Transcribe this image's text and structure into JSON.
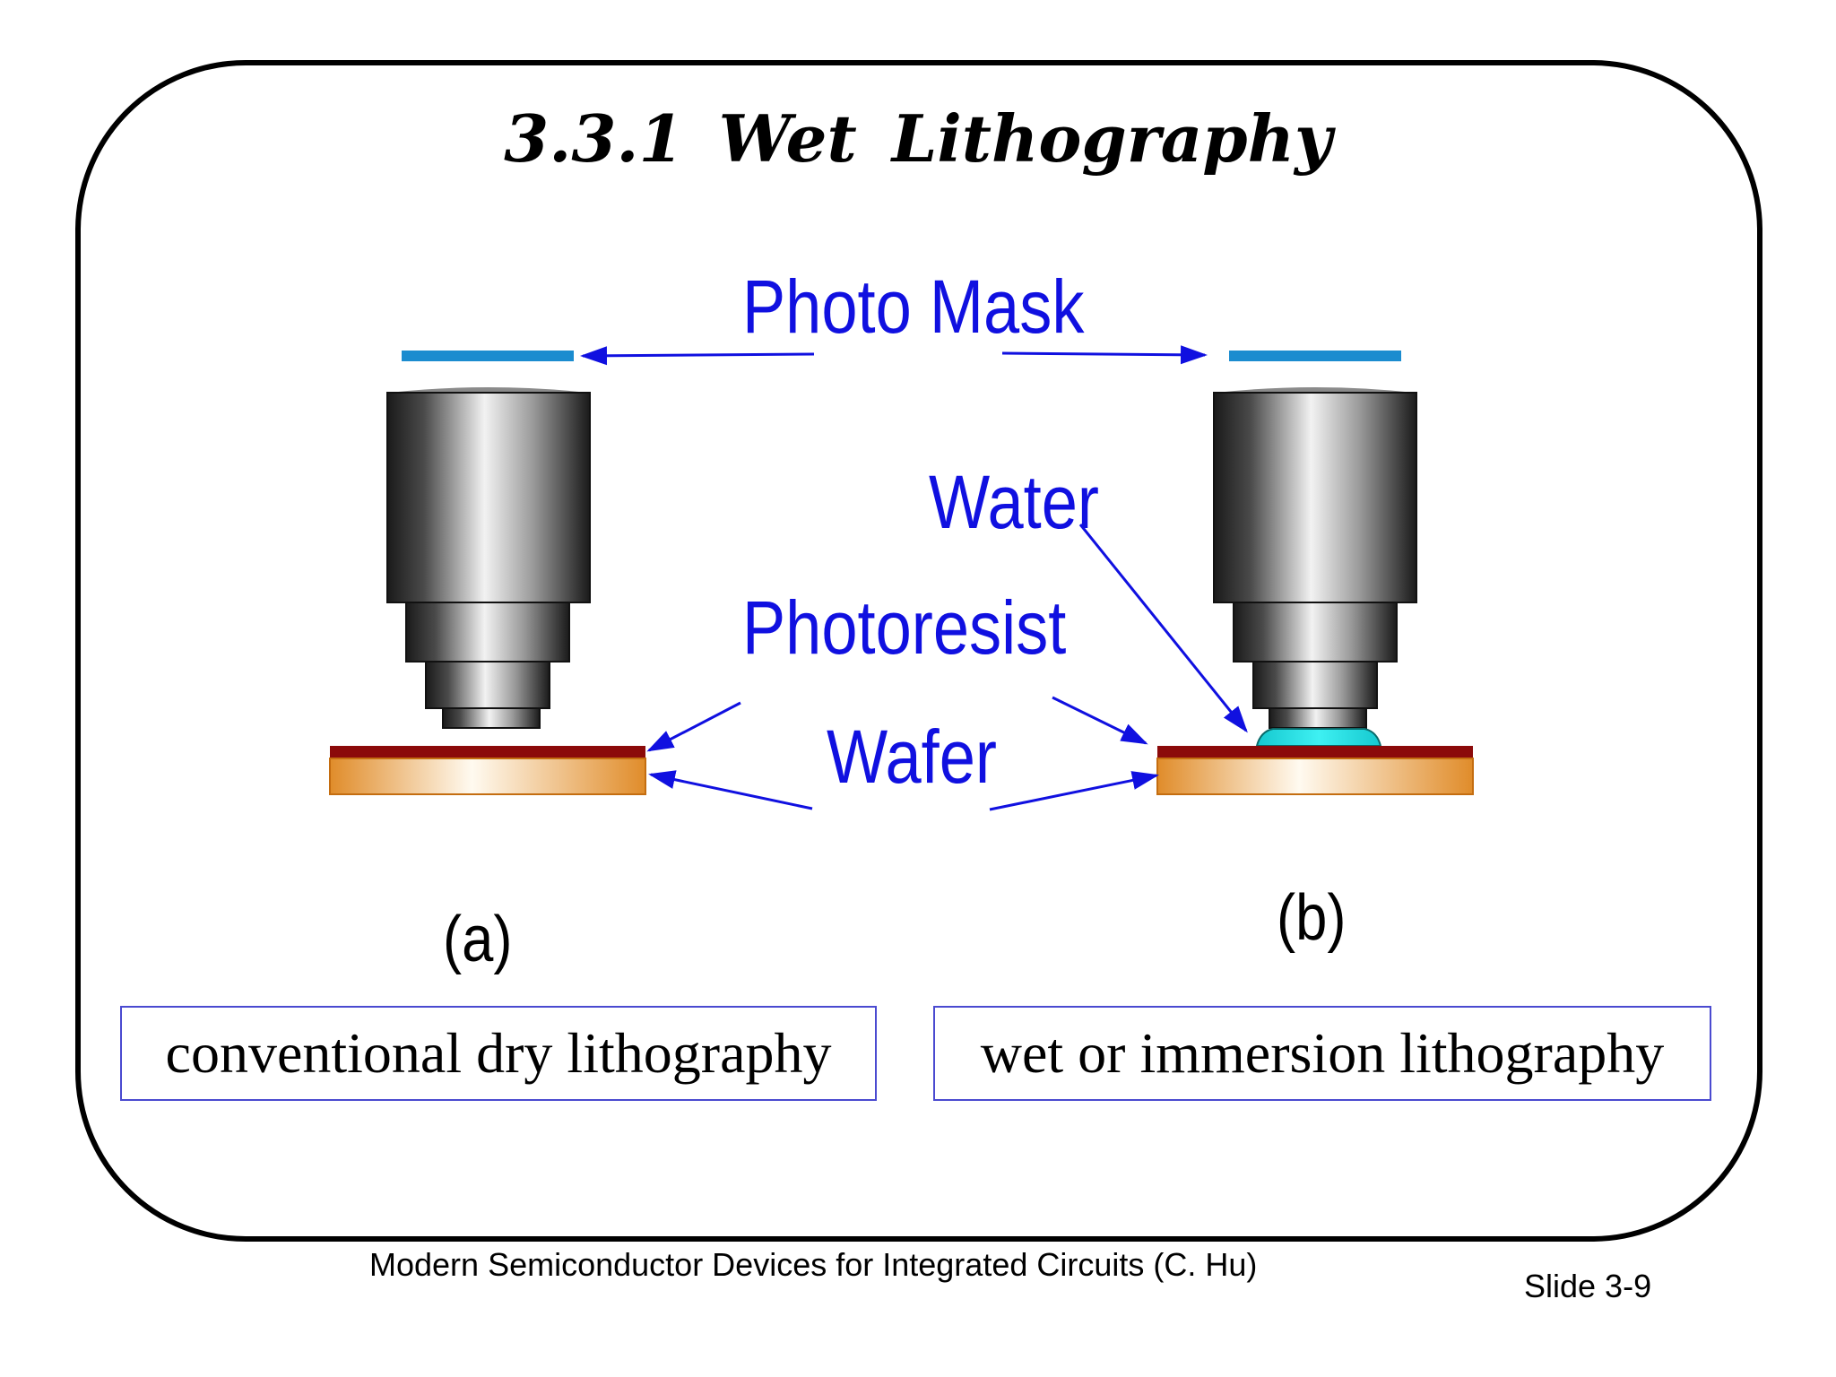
{
  "slide": {
    "title": "3.3.1  Wet  Lithography",
    "labels": {
      "photo_mask": "Photo Mask",
      "water": "Water",
      "photoresist": "Photoresist",
      "wafer": "Wafer"
    },
    "panels": [
      {
        "id": "a",
        "label": "(a)",
        "caption": "conventional dry lithography"
      },
      {
        "id": "b",
        "label": "(b)",
        "caption": "wet or immersion lithography"
      }
    ],
    "footer": {
      "book": "Modern Semiconductor Devices for Integrated Circuits (C. Hu)",
      "slide_number": "Slide 3-9"
    }
  },
  "colors": {
    "label_blue": "#1010e0",
    "mask_blue": "#1b8ccf",
    "photoresist": "#8b0a0a",
    "wafer_orange": "#e08c2a",
    "water_cyan": "#2ee6ea",
    "lens_gray": "#555555"
  },
  "icons": [
    "objective-lens-icon",
    "photo-mask-icon",
    "wafer-icon",
    "photoresist-icon",
    "water-droplet-icon",
    "arrow-icon"
  ]
}
